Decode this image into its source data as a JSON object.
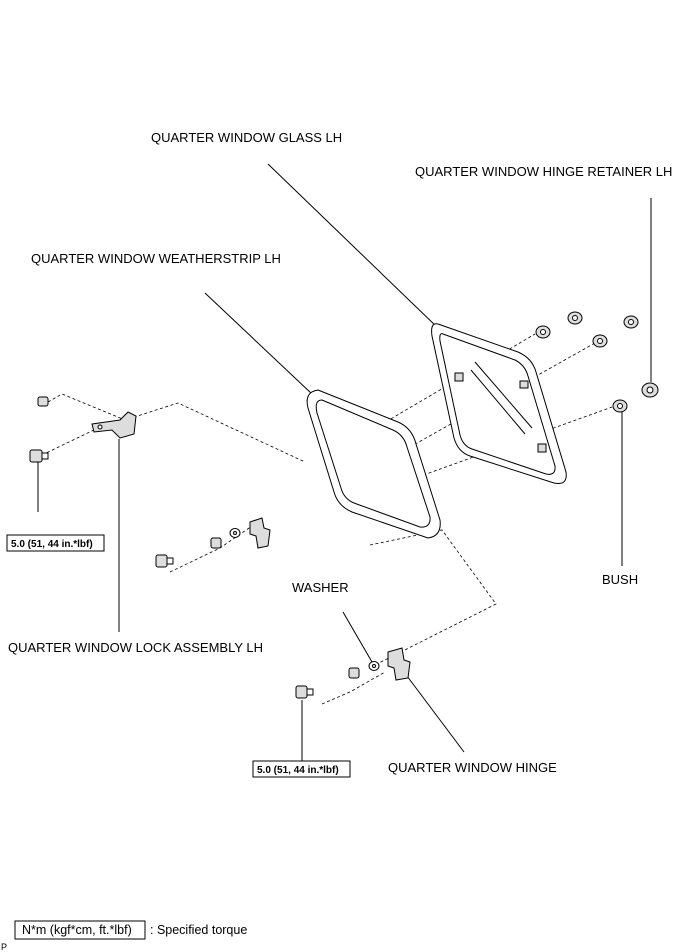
{
  "labels": {
    "glass": "QUARTER WINDOW GLASS LH",
    "retainer": "QUARTER WINDOW HINGE RETAINER LH",
    "weatherstrip": "QUARTER WINDOW WEATHERSTRIP LH",
    "bush": "BUSH",
    "washer": "WASHER",
    "lock": "QUARTER WINDOW LOCK ASSEMBLY LH",
    "hinge": "QUARTER WINDOW HINGE"
  },
  "torque": {
    "lock_bolt": "5.0 (51, 44 in.*lbf)",
    "hinge_bolt": "5.0 (51, 44 in.*lbf)"
  },
  "legend": {
    "unit": "N*m (kgf*cm, ft.*lbf)",
    "description": ": Specified torque"
  },
  "corner_mark": "P"
}
